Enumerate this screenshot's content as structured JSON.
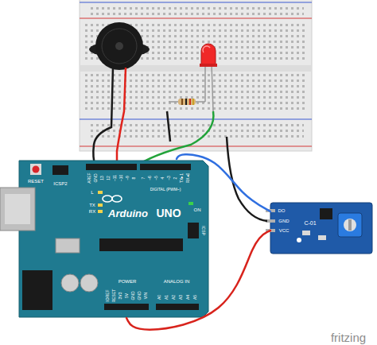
{
  "diagram": {
    "nodes": [
      {
        "text": [
          "RESET",
          "ICSP2",
          "AREF",
          "GND",
          "13",
          "12",
          "~11",
          "~10",
          "~9",
          "8",
          "7",
          "~6",
          "~5",
          "4",
          "~3",
          "2",
          "TX▸1",
          "RX◂0",
          "DIGITAL (PWM~)",
          "L",
          "TX",
          "RX",
          "Arduino",
          "UNO",
          "ON",
          "ICSP",
          "IOREF",
          "RESET",
          "3V3",
          "5V",
          "GND",
          "GND",
          "VIN",
          "POWER",
          "A0",
          "A1",
          "A2",
          "A3",
          "A4",
          "A5",
          "ANALOG IN"
        ]
      },
      {
        "text": [
          "DO",
          "GND",
          "VCC",
          "C-01"
        ]
      }
    ],
    "edges": [
      {
        "from": 0,
        "to": 1,
        "arrow": "none"
      },
      {
        "from": 0,
        "to": 1,
        "arrow": "none"
      }
    ],
    "labels": [
      "fritzing"
    ]
  }
}
